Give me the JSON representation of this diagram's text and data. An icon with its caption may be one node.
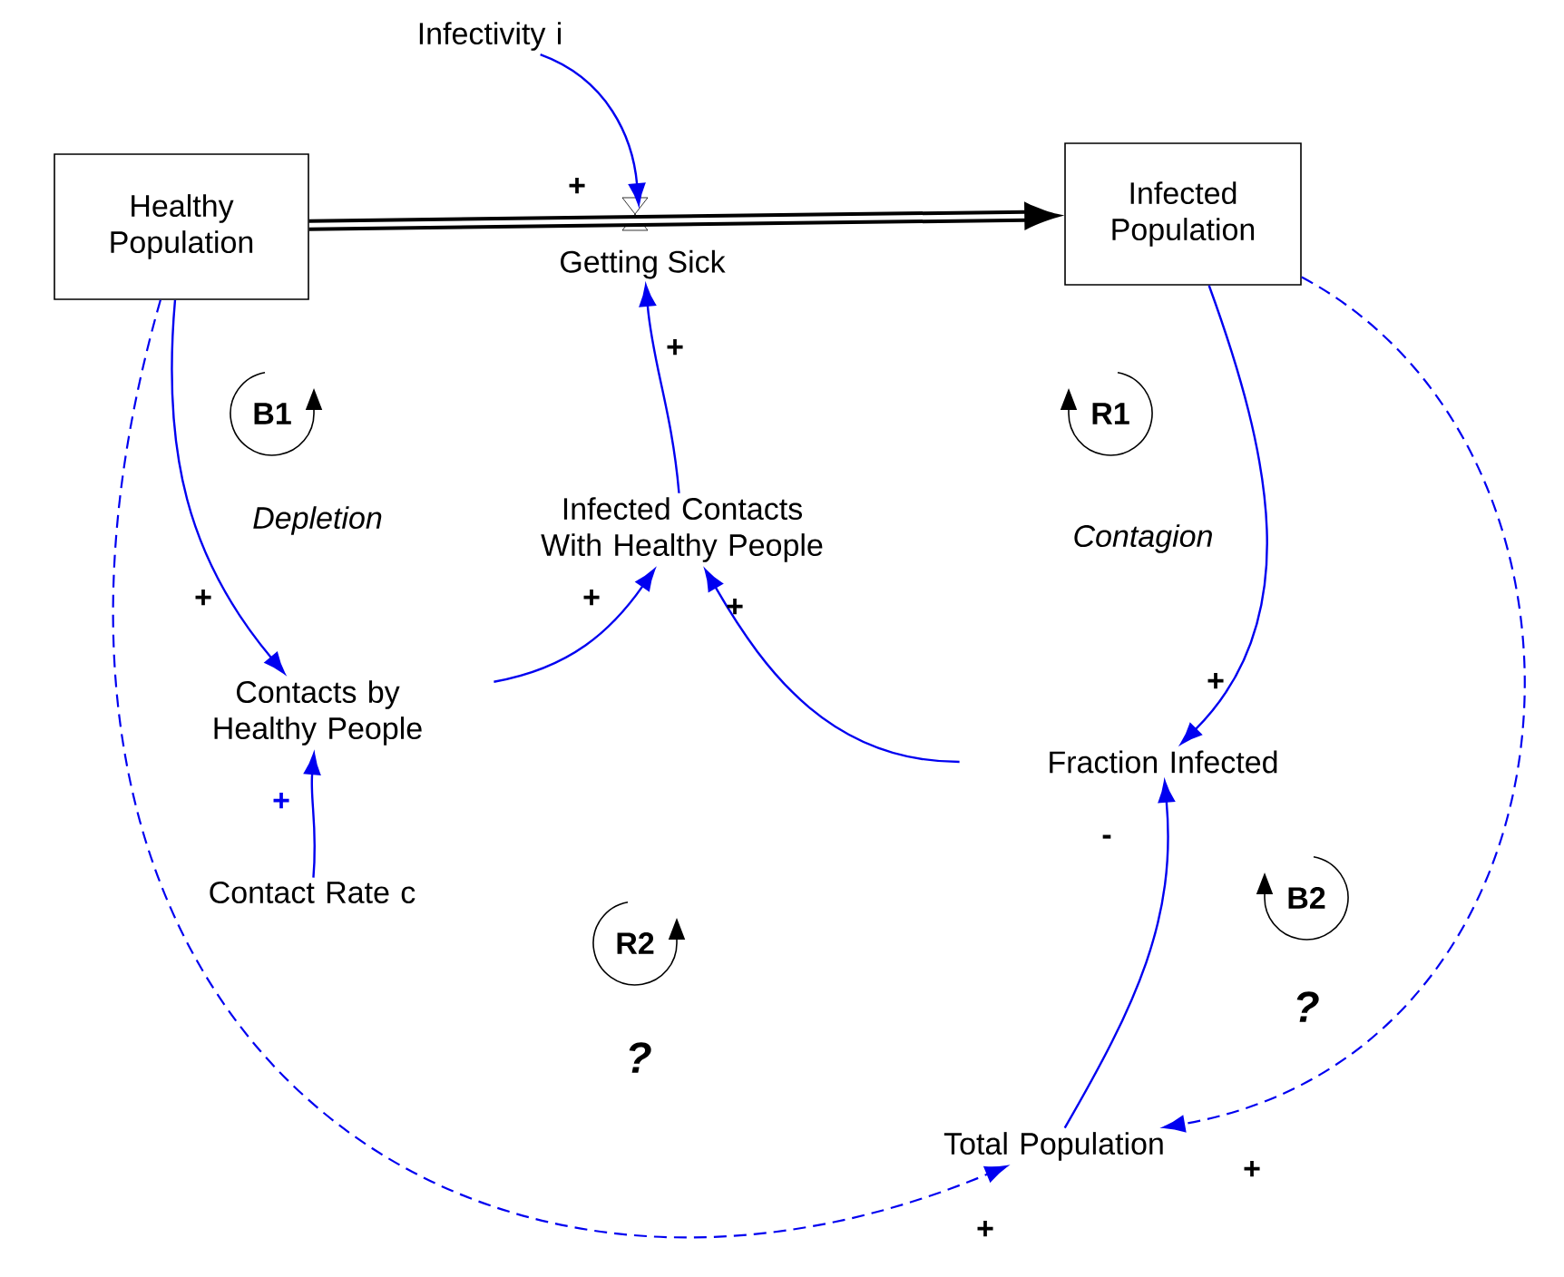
{
  "diagram": {
    "nodes": [
      {
        "text": [
          "Healthy Population"
        ]
      },
      {
        "text": [
          "Infected Population"
        ]
      },
      {
        "text": [
          "Getting Sick"
        ]
      },
      {
        "text": [
          "Infectivity i"
        ]
      },
      {
        "text": [
          "Infected Contacts With Healthy People"
        ]
      },
      {
        "text": [
          "Contacts by Healthy People"
        ]
      },
      {
        "text": [
          "Contact Rate c"
        ]
      },
      {
        "text": [
          "Fraction Infected"
        ]
      },
      {
        "text": [
          "Total Population"
        ]
      }
    ],
    "edges": [
      {
        "from": 0,
        "to": 1,
        "arrow": "to",
        "style": "thick",
        "color": "#000000"
      },
      {
        "from": 3,
        "to": 2,
        "arrow": "to",
        "label": "+"
      },
      {
        "from": 4,
        "to": 2,
        "arrow": "to",
        "label": "+"
      },
      {
        "from": 0,
        "to": 5,
        "arrow": "to",
        "label": "+"
      },
      {
        "from": 5,
        "to": 4,
        "arrow": "to",
        "label": "+"
      },
      {
        "from": 7,
        "to": 4,
        "arrow": "to",
        "label": "+"
      },
      {
        "from": 6,
        "to": 5,
        "arrow": "to",
        "label": "+"
      },
      {
        "from": 1,
        "to": 7,
        "arrow": "to",
        "label": "+"
      },
      {
        "from": 8,
        "to": 7,
        "arrow": "to",
        "label": "-"
      },
      {
        "from": 0,
        "to": 8,
        "arrow": "to",
        "label": "+",
        "style": "dashed"
      },
      {
        "from": 1,
        "to": 8,
        "arrow": "to",
        "label": "+",
        "style": "dashed"
      }
    ],
    "labels": [
      "B1",
      "Depletion",
      "R1",
      "Contagion",
      "R2",
      "?",
      "B2",
      "?"
    ]
  }
}
